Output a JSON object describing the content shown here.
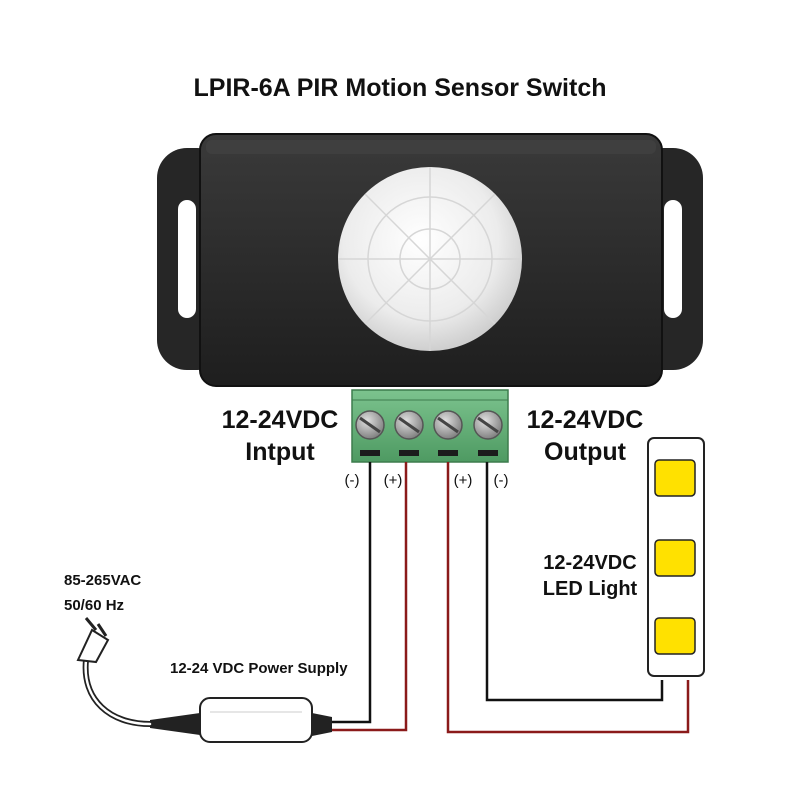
{
  "title": "LPIR-6A PIR Motion Sensor Switch",
  "input_label": {
    "line1": "12-24VDC",
    "line2": "Intput"
  },
  "output_label": {
    "line1": "12-24VDC",
    "line2": "Output"
  },
  "terminals": [
    {
      "polarity": "(-)"
    },
    {
      "polarity": "(+)"
    },
    {
      "polarity": "(+)"
    },
    {
      "polarity": "(-)"
    }
  ],
  "ac_input": {
    "line1": "85-265VAC",
    "line2": "50/60 Hz"
  },
  "power_supply_label": "12-24 VDC Power Supply",
  "led_label": {
    "line1": "12-24VDC",
    "line2": "LED Light"
  },
  "colors": {
    "sensor_body": "#2b2b2b",
    "terminal_block": "#5fae73",
    "positive_wire": "#8b1a1a",
    "negative_wire": "#111111",
    "led_chip": "#ffe100"
  }
}
